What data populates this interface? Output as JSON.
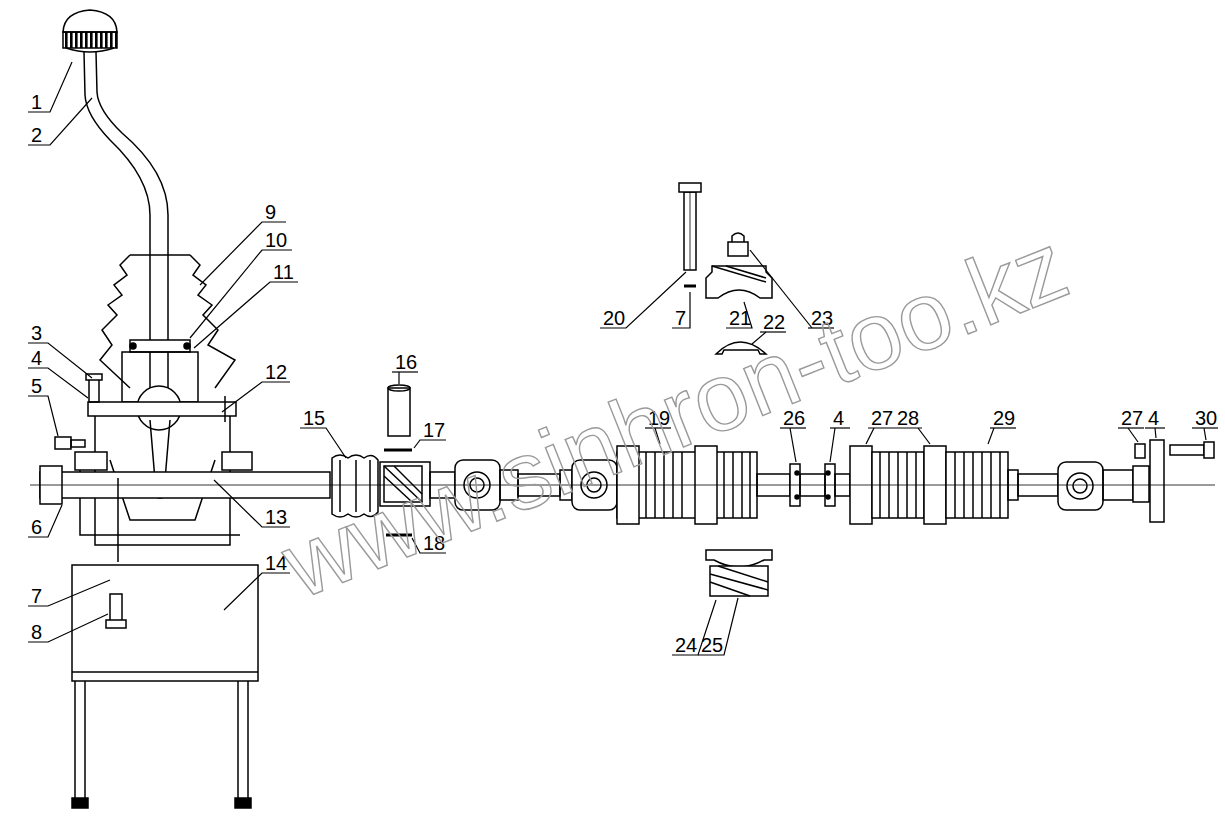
{
  "diagram": {
    "labels": [
      "1",
      "2",
      "9",
      "10",
      "11",
      "3",
      "4",
      "5",
      "12",
      "6",
      "13",
      "7",
      "8",
      "14",
      "15",
      "16",
      "17",
      "18",
      "19",
      "26",
      "4",
      "27",
      "28",
      "29",
      "27",
      "4",
      "30",
      "20",
      "7",
      "21",
      "23",
      "22",
      "24",
      "25",
      "www.sinhron-too.kz"
    ]
  }
}
